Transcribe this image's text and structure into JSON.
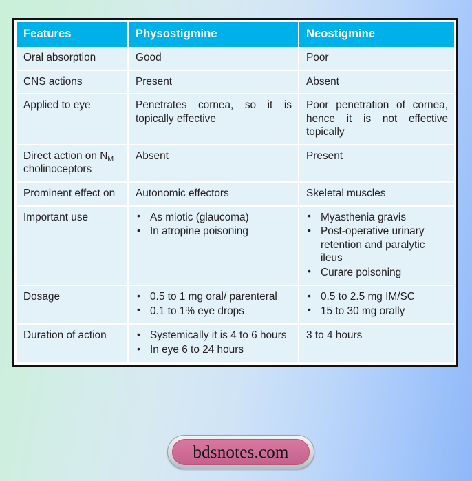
{
  "background": {
    "gradient_from": "#c9f0d8",
    "gradient_to": "#8fb8f8"
  },
  "table": {
    "accent_header_color": "#00b0e8",
    "cell_background": "#e3f1f8",
    "border_color": "#111111",
    "headers": [
      "Features",
      "Physostigmine",
      "Neostigmine"
    ],
    "rows": [
      {
        "feature": "Oral absorption",
        "physostigmine": "Good",
        "neostigmine": "Poor"
      },
      {
        "feature": "CNS actions",
        "physostigmine": "Present",
        "neostigmine": "Absent"
      },
      {
        "feature": "Applied to eye",
        "physostigmine": "Penetrates cornea, so it is topically effective",
        "neostigmine": "Poor penetration of cornea, hence it is not effective topically"
      },
      {
        "feature_html": "Direct action on N<sub>M</sub> cholinoceptors",
        "feature_plain": "Direct action on NM cholinoceptors",
        "physostigmine": "Absent",
        "neostigmine": "Present"
      },
      {
        "feature": "Prominent effect on",
        "physostigmine": "Autonomic effectors",
        "neostigmine": "Skeletal muscles"
      },
      {
        "feature": "Important use",
        "physostigmine_bullets": [
          "As miotic (glaucoma)",
          "In atropine poisoning"
        ],
        "neostigmine_bullets": [
          "Myasthenia gravis",
          "Post-operative urinary retention and paralytic ileus",
          "Curare poisoning"
        ]
      },
      {
        "feature": "Dosage",
        "physostigmine_bullets": [
          "0.5 to 1 mg oral/ parenteral",
          "0.1 to 1% eye drops"
        ],
        "neostigmine_bullets": [
          "0.5 to 2.5 mg IM/SC",
          "15 to 30 mg orally"
        ]
      },
      {
        "feature": "Duration of action",
        "physostigmine_bullets": [
          "Systemically it is 4 to 6 hours",
          "In eye 6 to 24 hours"
        ],
        "neostigmine": "3 to 4 hours"
      }
    ]
  },
  "watermark": {
    "text": "bdsnotes.com",
    "pill_color": "#cf6f97",
    "frame_color": "#d8dade"
  }
}
